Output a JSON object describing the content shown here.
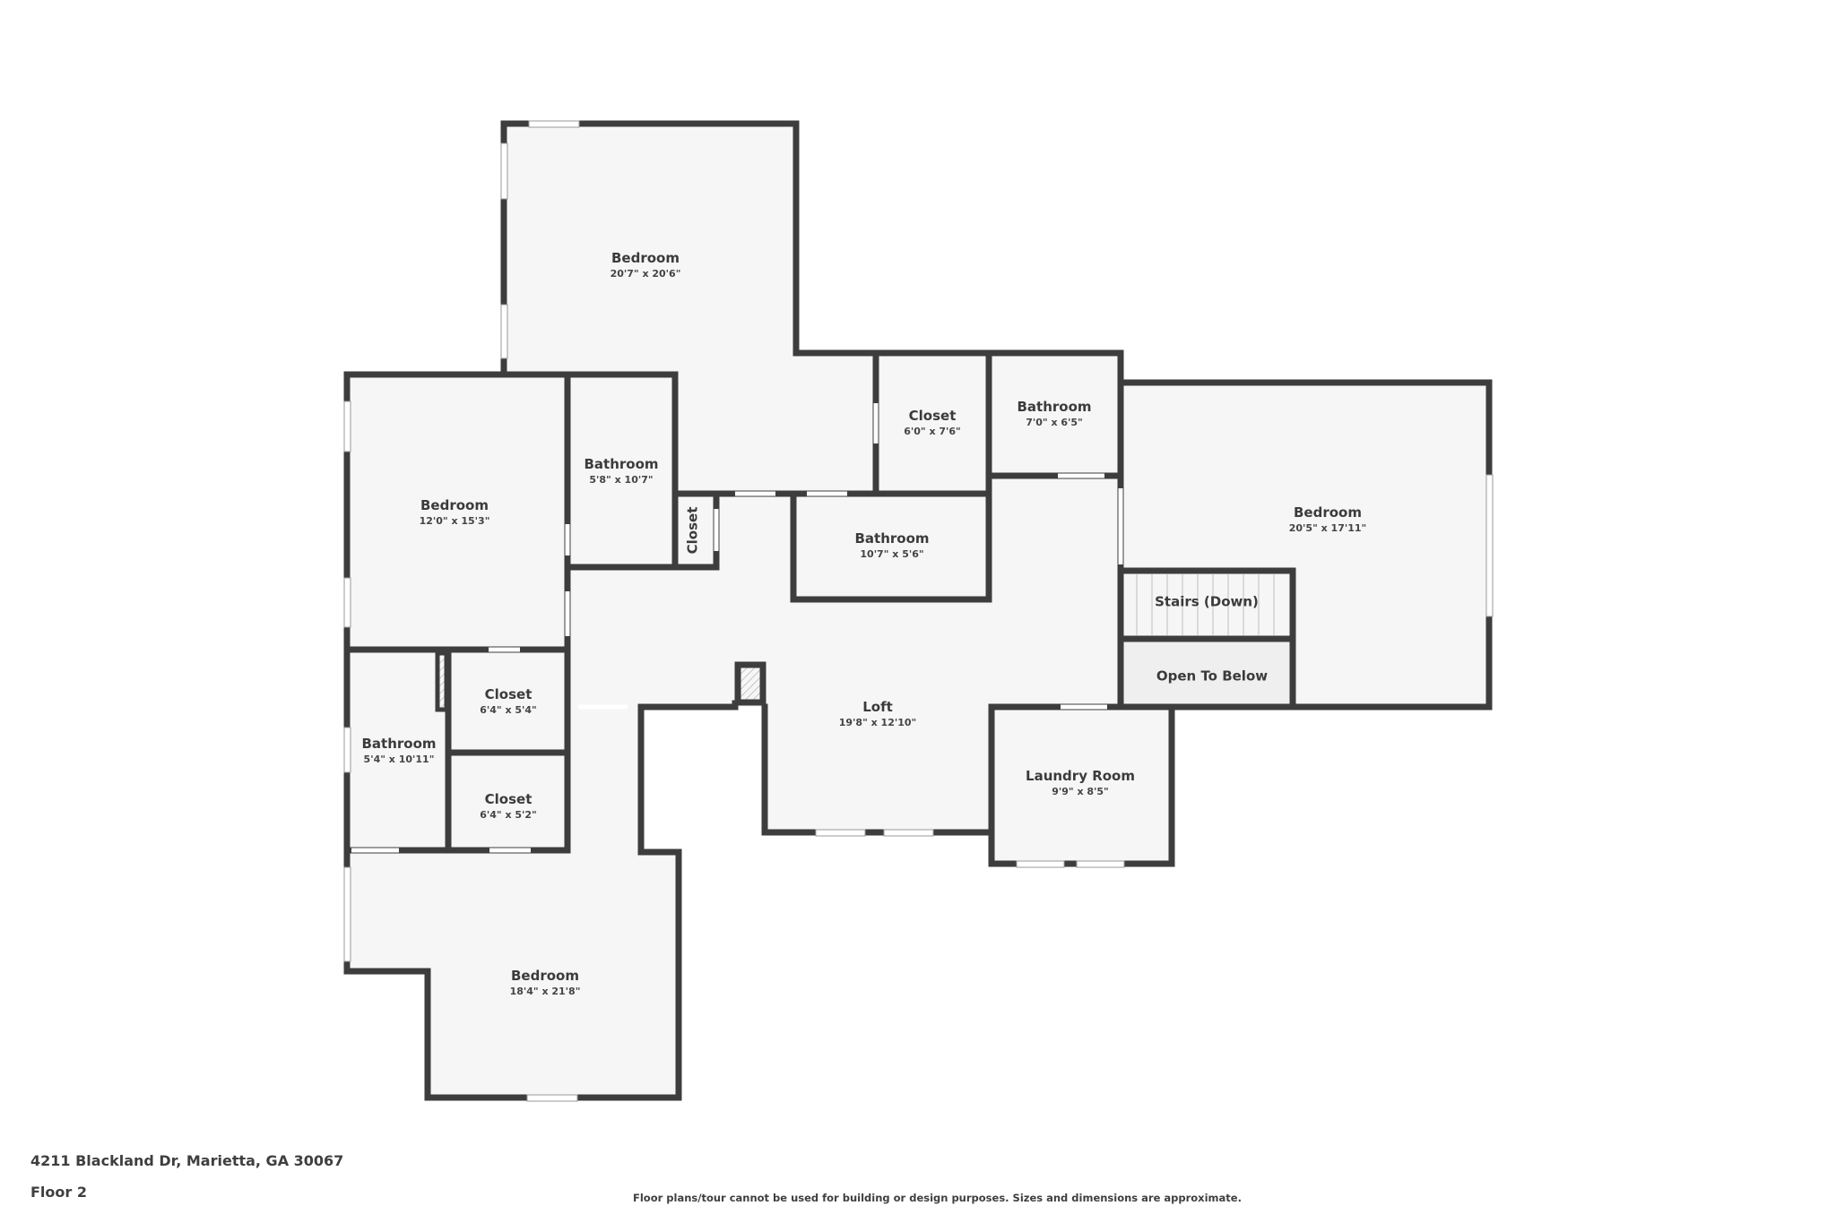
{
  "plan": {
    "address": "4211 Blackland Dr, Marietta, GA 30067",
    "floor": "Floor 2",
    "disclaimer": "Floor plans/tour cannot be used for building or design purposes. Sizes and dimensions are approximate.",
    "colors": {
      "wall": "#3d3d3d",
      "floor": "#f6f6f6",
      "open_to_below": "#efefef",
      "background": "#ffffff"
    },
    "rooms": [
      {
        "name": "Bedroom",
        "dims": "20'7\" x 20'6\""
      },
      {
        "name": "Bedroom",
        "dims": "12'0\" x 15'3\""
      },
      {
        "name": "Bathroom",
        "dims": "5'8\" x 10'7\""
      },
      {
        "name": "Closet",
        "dims": ""
      },
      {
        "name": "Closet",
        "dims": "6'0\" x 7'6\""
      },
      {
        "name": "Bathroom",
        "dims": "7'0\" x 6'5\""
      },
      {
        "name": "Bathroom",
        "dims": "10'7\" x 5'6\""
      },
      {
        "name": "Bedroom",
        "dims": "20'5\" x 17'11\""
      },
      {
        "name": "Stairs (Down)",
        "dims": ""
      },
      {
        "name": "Open To Below",
        "dims": ""
      },
      {
        "name": "Loft",
        "dims": "19'8\" x 12'10\""
      },
      {
        "name": "Laundry Room",
        "dims": "9'9\" x 8'5\""
      },
      {
        "name": "Closet",
        "dims": "6'4\" x 5'4\""
      },
      {
        "name": "Bathroom",
        "dims": "5'4\" x 10'11\""
      },
      {
        "name": "Closet",
        "dims": "6'4\" x 5'2\""
      },
      {
        "name": "Bedroom",
        "dims": "18'4\" x 21'8\""
      }
    ]
  }
}
